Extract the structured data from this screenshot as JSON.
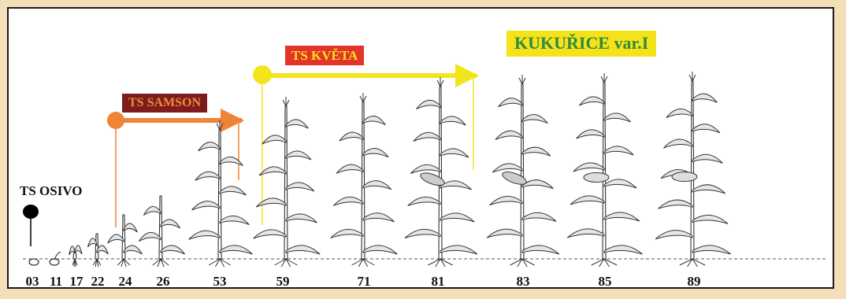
{
  "title": {
    "text": "KUKUŘICE var.I",
    "bg": "#f6e21a",
    "color": "#2e8b3a"
  },
  "treatments": {
    "kveta": {
      "text": "TS KVĚTA",
      "bg": "#e2342b",
      "color": "#f7e11b",
      "arrow_color": "#f2e51c"
    },
    "samson": {
      "text": "TS SAMSON",
      "bg": "#7c1c1c",
      "color": "#f08a3a",
      "arrow_color": "#ef8437"
    },
    "osivo": {
      "text": "TS OSIVO",
      "marker_color": "#000000"
    }
  },
  "stages": [
    "03",
    "11",
    "17",
    "22",
    "24",
    "26",
    "53",
    "59",
    "71",
    "81",
    "83",
    "85",
    "89"
  ],
  "icons": {
    "plant": "corn-plant-icon",
    "seed": "seed-icon"
  }
}
